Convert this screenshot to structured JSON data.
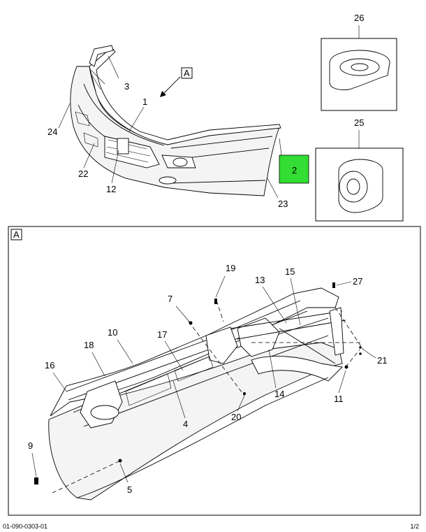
{
  "view_labels": {
    "top_view": "A",
    "detail_view": "A"
  },
  "callouts": {
    "c1": "1",
    "c2": "2",
    "c3": "3",
    "c4": "4",
    "c5": "5",
    "c7": "7",
    "c9": "9",
    "c10": "10",
    "c11": "11",
    "c12": "12",
    "c13": "13",
    "c14": "14",
    "c15": "15",
    "c16": "16",
    "c17": "17",
    "c18": "18",
    "c19": "19",
    "c20": "20",
    "c21": "21",
    "c22": "22",
    "c23": "23",
    "c24": "24",
    "c25": "25",
    "c26": "26",
    "c27": "27"
  },
  "highlight": {
    "color": "#33dd33",
    "callout": "2"
  },
  "footer": {
    "left": "01-090-0303-01",
    "right": "1/2"
  }
}
